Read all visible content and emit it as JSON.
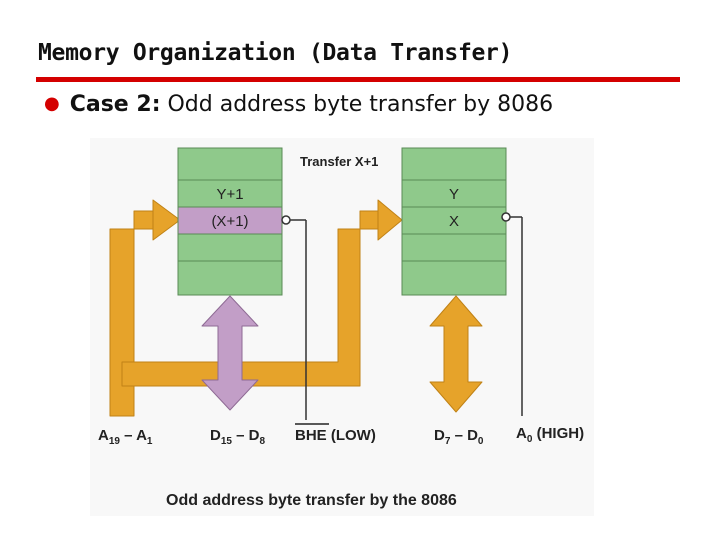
{
  "slide": {
    "title": "Memory Organization (Data Transfer)",
    "bullet_label": "Case 2:",
    "bullet_text": " Odd address byte transfer by 8086"
  },
  "diagram": {
    "header": "Transfer X+1",
    "high_bank": {
      "cell_top": "Y+1",
      "cell_selected": "(X+1)"
    },
    "low_bank": {
      "cell_top": "Y",
      "cell_selected": "X"
    },
    "address_bus": {
      "main": "A",
      "sub1": "19",
      "dash": " – A",
      "sub2": "1"
    },
    "high_data_bus": {
      "main": "D",
      "sub1": "15",
      "dash": " – D",
      "sub2": "8"
    },
    "bhe": {
      "name": "BHE",
      "state": " (LOW)"
    },
    "low_data_bus": {
      "main": "D",
      "sub1": "7",
      "dash": " – D",
      "sub2": "0"
    },
    "a0": {
      "main": "A",
      "sub": "0",
      "state": " (HIGH)"
    },
    "caption": "Odd address byte transfer by the 8086"
  },
  "colors": {
    "accent_rule": "#d40000",
    "memory_cell": "#8fc98b",
    "selected_cell": "#c29ec7",
    "address_arrow": "#e6a32a",
    "high_data_arrow": "#c29ec7",
    "low_data_arrow": "#e6a32a"
  }
}
